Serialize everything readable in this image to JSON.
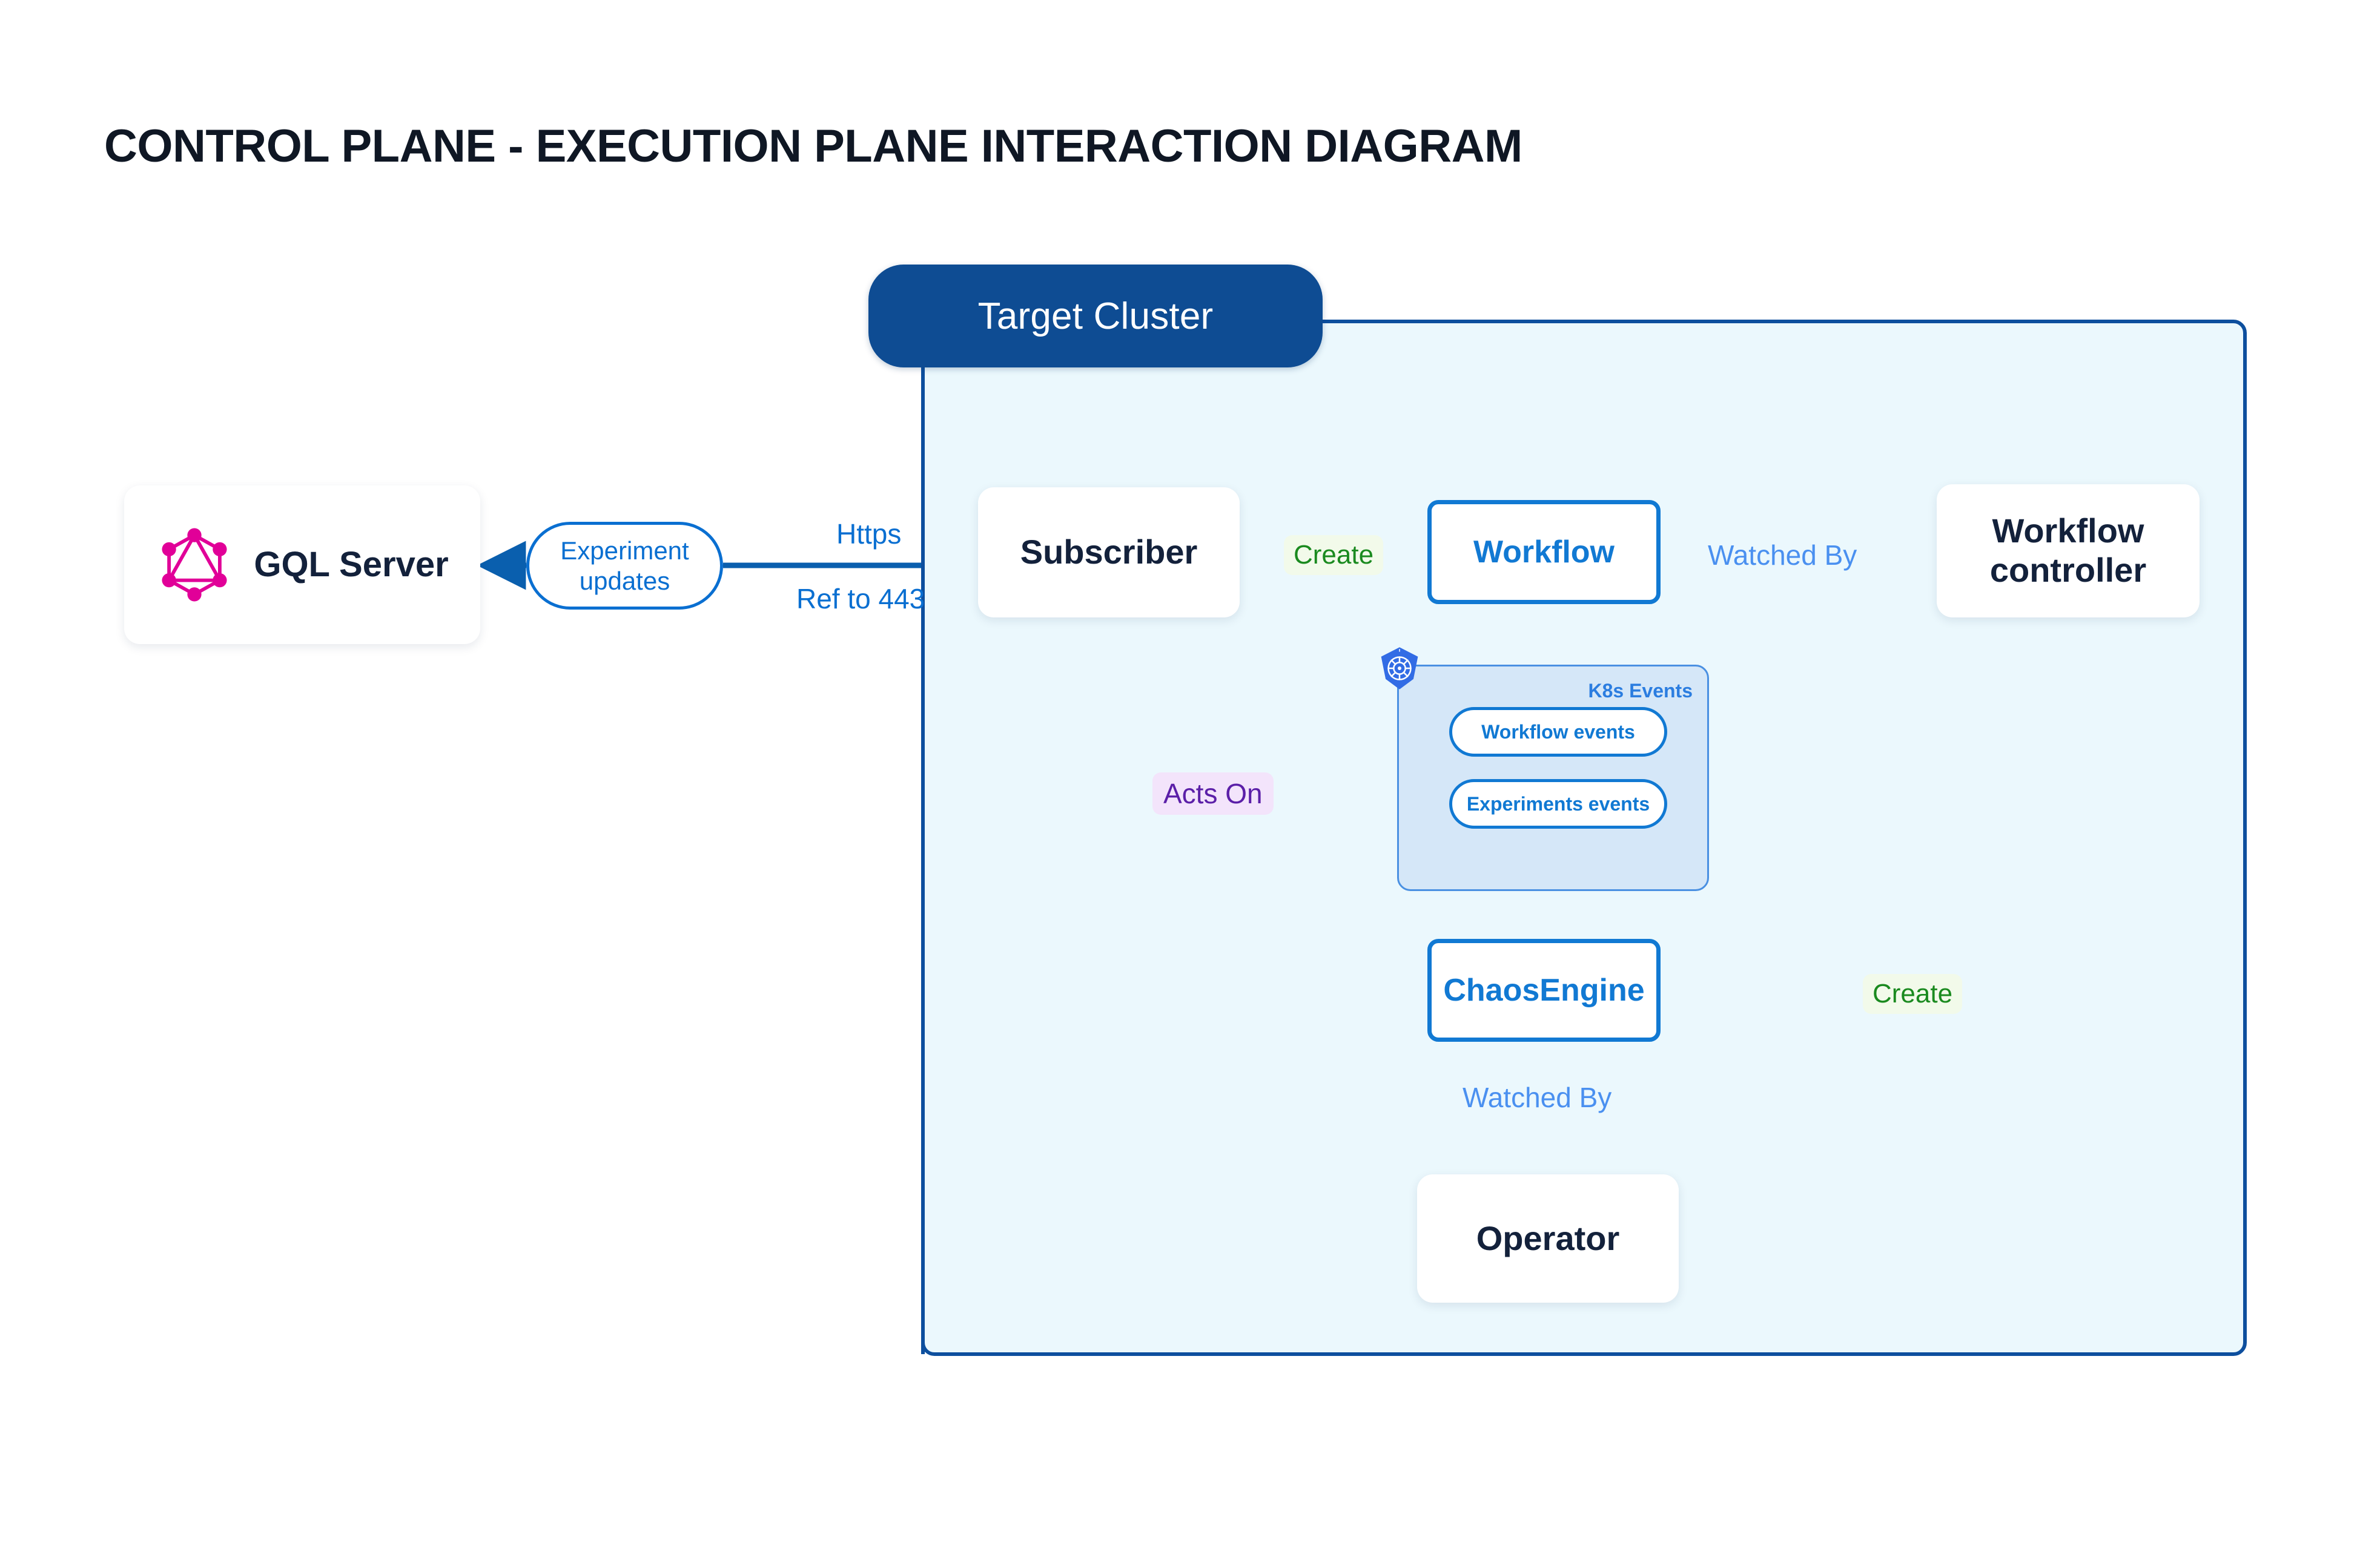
{
  "page": {
    "title": "CONTROL PLANE - EXECUTION PLANE INTERACTION DIAGRAM"
  },
  "cluster": {
    "badge_label": "Target Cluster",
    "border_color": "#0d4f9e",
    "fill_color": "#ebf8fd",
    "badge_color": "#0e4c93"
  },
  "nodes": {
    "gql_server": {
      "label": "GQL Server",
      "icon": "graphql-icon",
      "icon_color": "#e10098"
    },
    "subscriber": {
      "label": "Subscriber"
    },
    "workflow": {
      "label": "Workflow",
      "accent": "#1179d3"
    },
    "workflow_controller": {
      "label": "Workflow\ncontroller"
    },
    "workflow_controller_line1": "Workflow",
    "workflow_controller_line2": "controller",
    "chaosengine": {
      "label": "ChaosEngine",
      "accent": "#1179d3"
    },
    "operator": {
      "label": "Operator"
    }
  },
  "k8s_events_group": {
    "title": "K8s Events",
    "icon": "kubernetes-icon",
    "icon_color": "#326ce5",
    "fill_color": "#d5e7f8",
    "border_color": "#4a90e2",
    "items": [
      {
        "label": "Workflow events"
      },
      {
        "label": "Experiments events"
      }
    ]
  },
  "edges": {
    "subscriber_to_workflow": {
      "label": "Create",
      "color": "#1a8a1f"
    },
    "workflow_to_controller": {
      "label": "Watched By",
      "color": "#4a90f0"
    },
    "controller_to_chaosengine": {
      "label": "Create",
      "color": "#1a8a1f"
    },
    "chaosengine_to_operator": {
      "label": "Watched By",
      "color": "#4a90f0"
    },
    "subscriber_to_k8s_events": {
      "label": "Acts On",
      "color": "#5b1fa8"
    },
    "gql_to_subscriber": {
      "pill_label_line1": "Experiment",
      "pill_label_line2": "updates",
      "protocol_label": "Https",
      "port_label": "Ref to 443",
      "color": "#0a6fd1"
    }
  }
}
